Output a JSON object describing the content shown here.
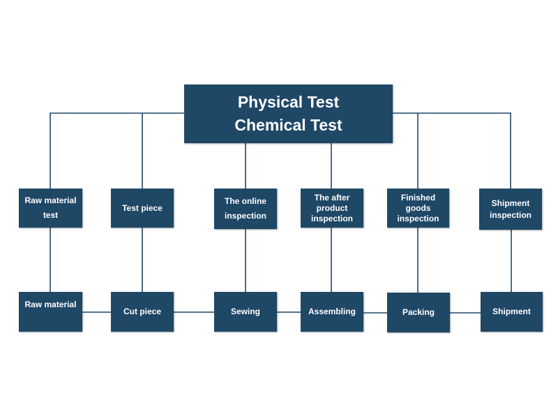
{
  "top": {
    "lines": [
      "Physical Test",
      "Chemical Test"
    ]
  },
  "inspections": [
    {
      "lines": [
        "Raw material",
        "test"
      ]
    },
    {
      "lines": [
        "Test piece"
      ]
    },
    {
      "lines": [
        "The online",
        "inspection"
      ]
    },
    {
      "lines": [
        "The after",
        "product",
        "inspection"
      ]
    },
    {
      "lines": [
        "Finished",
        "goods",
        "inspection"
      ]
    },
    {
      "lines": [
        "Shipment",
        "inspection"
      ]
    }
  ],
  "process": [
    {
      "label": "Raw material"
    },
    {
      "label": "Cut piece"
    },
    {
      "label": "Sewing"
    },
    {
      "label": "Assembling"
    },
    {
      "label": "Packing"
    },
    {
      "label": "Shipment"
    }
  ],
  "colors": {
    "box_fill": "#1f4766",
    "box_text": "#ffffff",
    "line": "#1f4766"
  }
}
